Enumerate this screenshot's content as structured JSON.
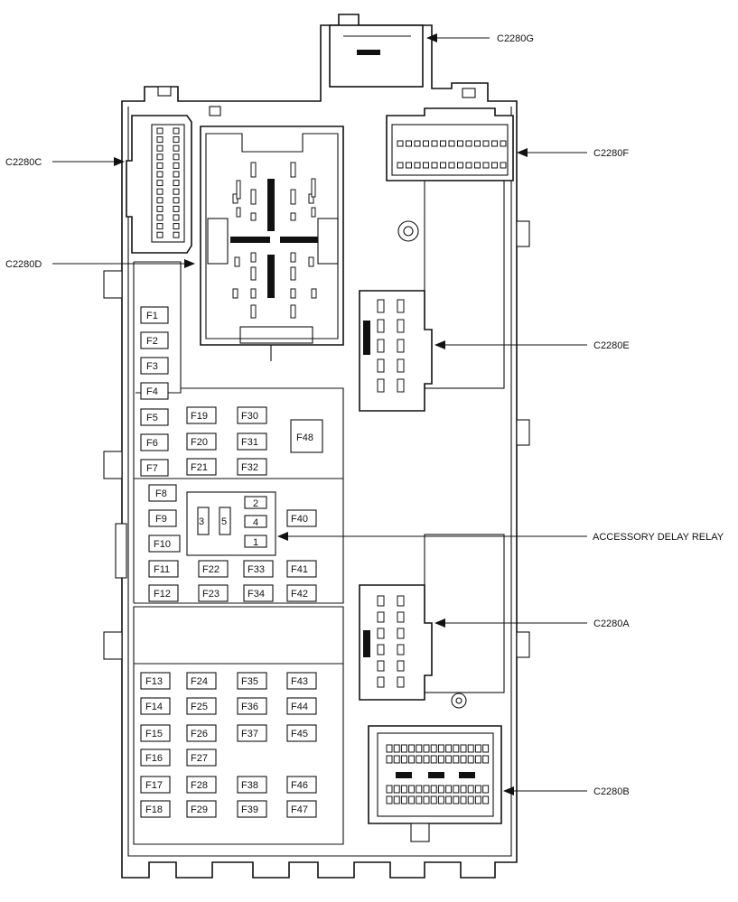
{
  "connectors": {
    "C2280G": "C2280G",
    "C2280F": "C2280F",
    "C2280C": "C2280C",
    "C2280D": "C2280D",
    "C2280E": "C2280E",
    "C2280A": "C2280A",
    "C2280B": "C2280B"
  },
  "relay": {
    "label": "ACCESSORY DELAY RELAY",
    "pins": [
      "1",
      "2",
      "3",
      "4",
      "5"
    ]
  },
  "fuses": {
    "F1": "F1",
    "F2": "F2",
    "F3": "F3",
    "F4": "F4",
    "F5": "F5",
    "F6": "F6",
    "F7": "F7",
    "F8": "F8",
    "F9": "F9",
    "F10": "F10",
    "F11": "F11",
    "F12": "F12",
    "F13": "F13",
    "F14": "F14",
    "F15": "F15",
    "F16": "F16",
    "F17": "F17",
    "F18": "F18",
    "F19": "F19",
    "F20": "F20",
    "F21": "F21",
    "F22": "F22",
    "F23": "F23",
    "F24": "F24",
    "F25": "F25",
    "F26": "F26",
    "F27": "F27",
    "F28": "F28",
    "F29": "F29",
    "F30": "F30",
    "F31": "F31",
    "F32": "F32",
    "F33": "F33",
    "F34": "F34",
    "F35": "F35",
    "F36": "F36",
    "F37": "F37",
    "F38": "F38",
    "F39": "F39",
    "F40": "F40",
    "F41": "F41",
    "F42": "F42",
    "F43": "F43",
    "F44": "F44",
    "F45": "F45",
    "F46": "F46",
    "F47": "F47",
    "F48": "F48"
  }
}
